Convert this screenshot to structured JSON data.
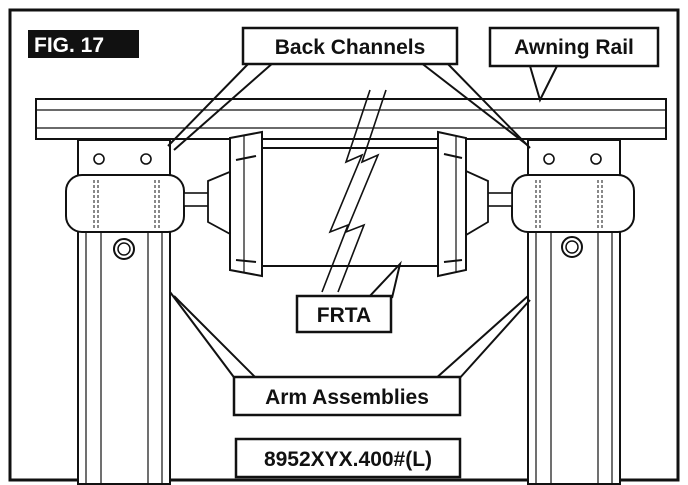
{
  "figure": {
    "fig_label": "FIG. 17",
    "callouts": {
      "back_channels": "Back Channels",
      "awning_rail": "Awning Rail",
      "frta": "FRTA",
      "arm_assemblies": "Arm Assemblies"
    },
    "part_number": "8952XYX.400#(L)"
  }
}
